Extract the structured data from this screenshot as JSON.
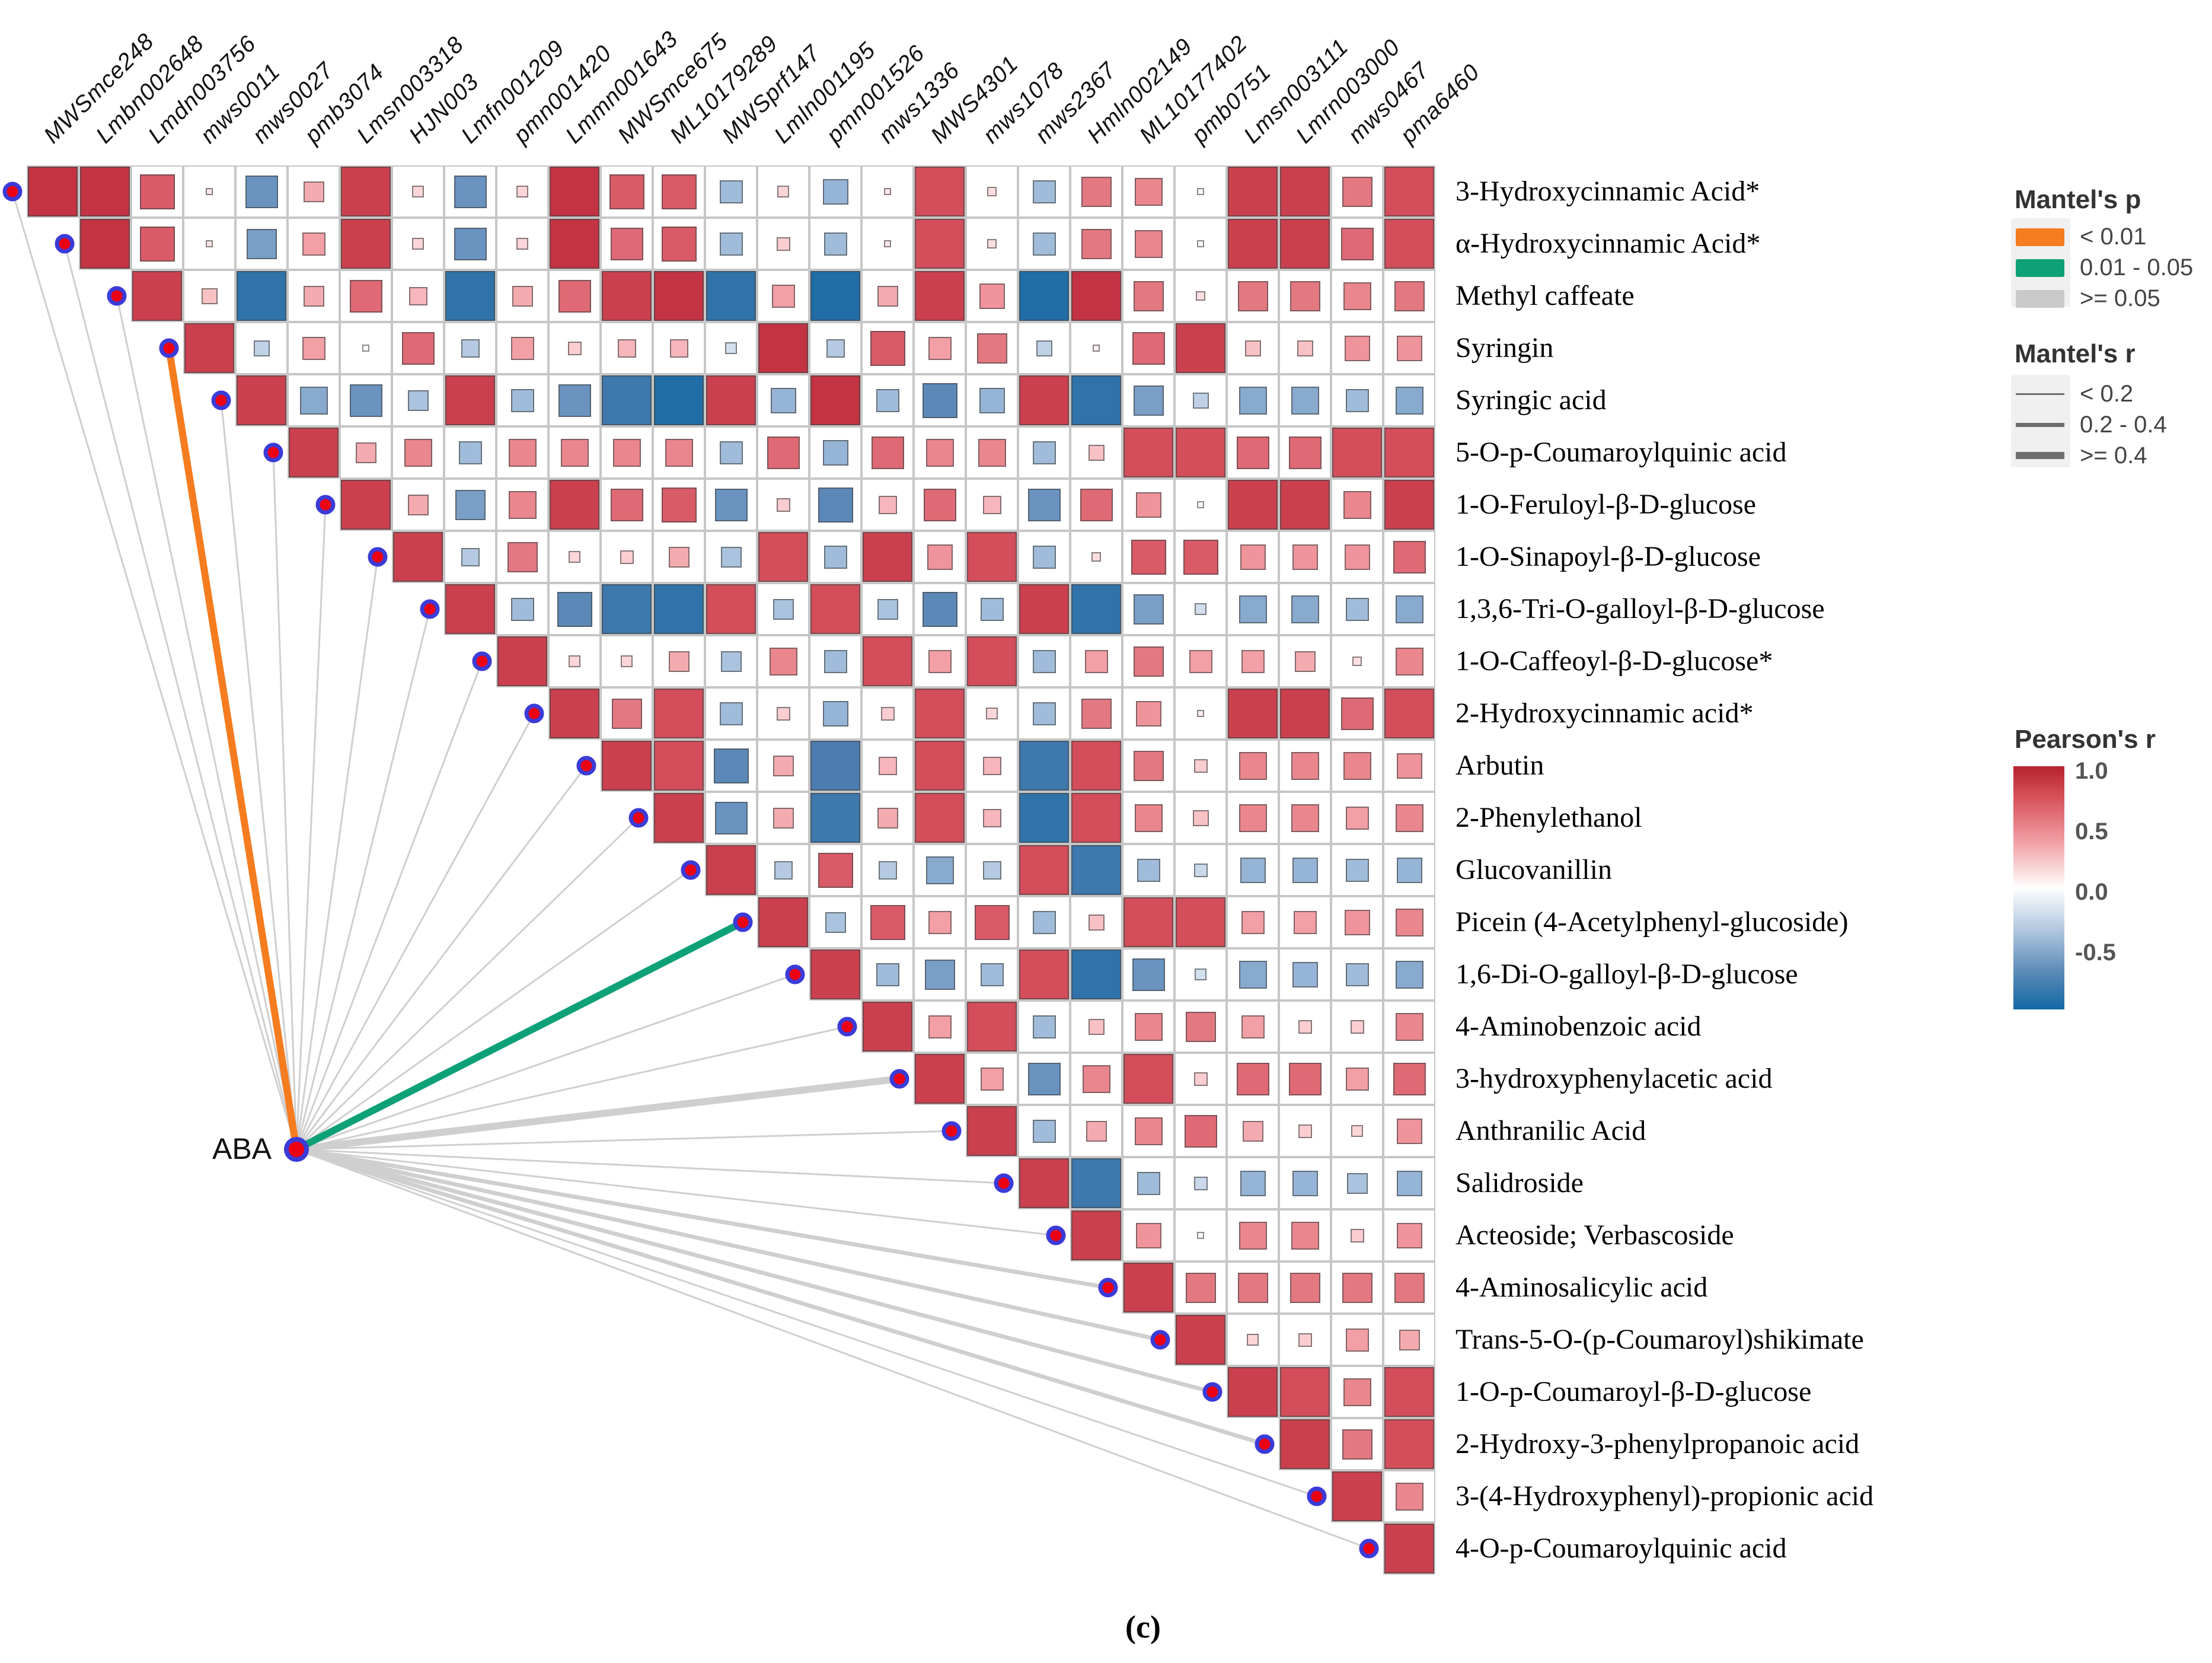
{
  "figure": {
    "caption": "(c)"
  },
  "aba": {
    "label": "ABA"
  },
  "legend": {
    "mantel_p": {
      "title": "Mantel's p",
      "items": [
        {
          "label": "< 0.01",
          "color": "#f57c1f"
        },
        {
          "label": "0.01 - 0.05",
          "color": "#0ea178"
        },
        {
          "label": ">= 0.05",
          "color": "#c9c9c9"
        }
      ]
    },
    "mantel_r": {
      "title": "Mantel's r",
      "items": [
        {
          "label": "< 0.2",
          "width": 3
        },
        {
          "label": "0.2 - 0.4",
          "width": 7
        },
        {
          "label": ">= 0.4",
          "width": 12
        }
      ]
    },
    "pearson": {
      "title": "Pearson's r",
      "ticks": [
        "1.0",
        "0.5",
        "0.0",
        "-0.5"
      ],
      "top_color": "#b7222f",
      "mid_color": "#ffffff",
      "bottom_color": "#1268a4"
    }
  },
  "chart_data": {
    "type": "heatmap",
    "title": "Mantel test of ABA vs phenolic metabolites with pairwise Pearson correlation triangle",
    "legend_position": "right",
    "value_range": [
      -1,
      1
    ],
    "columns": [
      "MWSmce248",
      "Lmbn002648",
      "Lmdn003756",
      "mws0011",
      "mws0027",
      "pmb3074",
      "Lmsn003318",
      "HJN003",
      "Lmfn001209",
      "pmn001420",
      "Lmmn001643",
      "MWSmce675",
      "ML10179289",
      "MWSprf147",
      "Lmln001195",
      "pmn001526",
      "mws1336",
      "MWS4301",
      "mws1078",
      "mws2367",
      "Hmln002149",
      "ML10177402",
      "pmb0751",
      "Lmsn003111",
      "Lmrn003000",
      "mws0467",
      "pma6460"
    ],
    "rows": [
      "3-Hydroxycinnamic Acid*",
      "α-Hydroxycinnamic Acid*",
      "Methyl caffeate",
      "Syringin",
      "Syringic acid",
      "5-O-p-Coumaroylquinic acid",
      "1-O-Feruloyl-β-D-glucose",
      "1-O-Sinapoyl-β-D-glucose",
      "1,3,6-Tri-O-galloyl-β-D-glucose",
      "1-O-Caffeoyl-β-D-glucose*",
      "2-Hydroxycinnamic acid*",
      "Arbutin",
      "2-Phenylethanol",
      "Glucovanillin",
      "Picein (4-Acetylphenyl-glucoside)",
      "1,6-Di-O-galloyl-β-D-glucose",
      "4-Aminobenzoic acid",
      "3-hydroxyphenylacetic acid",
      "Anthranilic Acid",
      "Salidroside",
      "Acteoside; Verbascoside",
      "4-Aminosalicylic acid",
      "Trans-5-O-(p-Coumaroyl)shikimate",
      "1-O-p-Coumaroyl-β-D-glucose",
      "2-Hydroxy-3-phenylpropanoic acid",
      "3-(4-Hydroxyphenyl)-propionic acid",
      "4-O-p-Coumaroylquinic acid"
    ],
    "matrix_note": "Row i holds Pearson r values for columns i..27 (upper-triangle staircase, estimated from color/size)",
    "matrix": [
      [
        0.9,
        0.9,
        0.75,
        0.15,
        -0.7,
        0.45,
        0.85,
        0.25,
        -0.7,
        0.25,
        0.9,
        0.75,
        0.75,
        -0.5,
        0.25,
        -0.55,
        0.15,
        0.8,
        0.2,
        -0.5,
        0.65,
        0.6,
        0.05,
        0.85,
        0.85,
        0.65,
        0.8
      ],
      [
        0.9,
        0.75,
        0.15,
        -0.65,
        0.5,
        0.85,
        0.25,
        -0.7,
        0.25,
        0.9,
        0.7,
        0.75,
        -0.5,
        0.3,
        -0.5,
        0.15,
        0.8,
        0.2,
        -0.5,
        0.65,
        0.6,
        0.05,
        0.85,
        0.85,
        0.7,
        0.8
      ],
      [
        0.85,
        0.35,
        -0.9,
        0.45,
        0.7,
        0.4,
        -0.9,
        0.45,
        0.7,
        0.85,
        0.9,
        -0.9,
        0.5,
        -0.95,
        0.45,
        0.85,
        0.55,
        -0.95,
        0.9,
        0.65,
        0.2,
        0.65,
        0.65,
        0.6,
        0.65
      ],
      [
        0.85,
        -0.35,
        0.5,
        0.02,
        0.7,
        -0.4,
        0.5,
        0.3,
        0.4,
        0.4,
        -0.25,
        0.9,
        -0.4,
        0.75,
        0.5,
        0.65,
        -0.35,
        0.1,
        0.7,
        0.85,
        0.35,
        0.35,
        0.55,
        0.55
      ],
      [
        0.85,
        -0.6,
        -0.7,
        -0.45,
        0.85,
        -0.5,
        -0.7,
        -0.85,
        -0.95,
        0.85,
        -0.55,
        0.9,
        -0.5,
        -0.75,
        -0.55,
        0.85,
        -0.9,
        -0.65,
        -0.35,
        -0.6,
        -0.6,
        -0.5,
        -0.6
      ],
      [
        0.85,
        0.45,
        0.6,
        -0.5,
        0.6,
        0.6,
        0.6,
        0.6,
        -0.5,
        0.7,
        -0.55,
        0.7,
        0.6,
        0.6,
        -0.5,
        0.35,
        0.8,
        0.8,
        0.7,
        0.7,
        0.8,
        0.8
      ],
      [
        0.85,
        0.45,
        -0.65,
        0.6,
        0.85,
        0.7,
        0.75,
        -0.7,
        0.3,
        -0.75,
        0.4,
        0.7,
        0.4,
        -0.7,
        0.7,
        0.55,
        0.05,
        0.85,
        0.85,
        0.6,
        0.85
      ],
      [
        0.85,
        -0.4,
        0.65,
        0.25,
        0.3,
        0.45,
        -0.45,
        0.8,
        -0.5,
        0.85,
        0.55,
        0.8,
        -0.5,
        0.2,
        0.75,
        0.75,
        0.55,
        0.55,
        0.55,
        0.7
      ],
      [
        0.85,
        -0.5,
        -0.75,
        -0.85,
        -0.9,
        0.8,
        -0.45,
        0.8,
        -0.45,
        -0.75,
        -0.5,
        0.85,
        -0.9,
        -0.65,
        -0.25,
        -0.6,
        -0.6,
        -0.5,
        -0.6
      ],
      [
        0.85,
        0.25,
        0.25,
        0.45,
        -0.45,
        0.6,
        -0.5,
        0.8,
        0.5,
        0.8,
        -0.5,
        0.5,
        0.65,
        0.5,
        0.5,
        0.45,
        0.2,
        0.6
      ],
      [
        0.85,
        0.65,
        0.8,
        -0.5,
        0.3,
        -0.55,
        0.3,
        0.8,
        0.25,
        -0.5,
        0.65,
        0.55,
        0.1,
        0.85,
        0.85,
        0.7,
        0.8
      ],
      [
        0.85,
        0.8,
        -0.75,
        0.45,
        -0.8,
        0.4,
        0.8,
        0.4,
        -0.85,
        0.8,
        0.65,
        0.3,
        0.6,
        0.6,
        0.6,
        0.55
      ],
      [
        0.85,
        -0.7,
        0.45,
        -0.85,
        0.45,
        0.8,
        0.4,
        -0.9,
        0.8,
        0.6,
        0.35,
        0.6,
        0.6,
        0.5,
        0.6
      ],
      [
        0.85,
        -0.4,
        0.75,
        -0.4,
        -0.6,
        -0.4,
        0.8,
        -0.85,
        -0.5,
        -0.3,
        -0.55,
        -0.55,
        -0.5,
        -0.55
      ],
      [
        0.85,
        -0.45,
        0.75,
        0.5,
        0.75,
        -0.5,
        0.35,
        0.8,
        0.8,
        0.5,
        0.5,
        0.55,
        0.6
      ],
      [
        0.85,
        -0.5,
        -0.65,
        -0.5,
        0.8,
        -0.9,
        -0.7,
        -0.25,
        -0.6,
        -0.55,
        -0.5,
        -0.6
      ],
      [
        0.85,
        0.5,
        0.8,
        -0.5,
        0.35,
        0.6,
        0.65,
        0.5,
        0.3,
        0.3,
        0.6
      ],
      [
        0.85,
        0.5,
        -0.7,
        0.6,
        0.8,
        0.3,
        0.7,
        0.7,
        0.5,
        0.7
      ],
      [
        0.85,
        -0.5,
        0.45,
        0.6,
        0.7,
        0.45,
        0.3,
        0.25,
        0.55
      ],
      [
        0.85,
        -0.85,
        -0.5,
        -0.3,
        -0.55,
        -0.55,
        -0.45,
        -0.55
      ],
      [
        0.85,
        0.55,
        0.05,
        0.6,
        0.6,
        0.3,
        0.55
      ],
      [
        0.85,
        0.65,
        0.65,
        0.65,
        0.65,
        0.65
      ],
      [
        0.85,
        0.25,
        0.3,
        0.5,
        0.45
      ],
      [
        0.85,
        0.8,
        0.6,
        0.8
      ],
      [
        0.85,
        0.65,
        0.8
      ],
      [
        0.85,
        0.6
      ],
      [
        0.85
      ]
    ],
    "mantel_links": [
      {
        "target": "3-Hydroxycinnamic Acid*",
        "p": ">= 0.05",
        "r": "< 0.2"
      },
      {
        "target": "α-Hydroxycinnamic Acid*",
        "p": ">= 0.05",
        "r": "< 0.2"
      },
      {
        "target": "Methyl caffeate",
        "p": ">= 0.05",
        "r": "< 0.2"
      },
      {
        "target": "Syringin",
        "p": "< 0.01",
        "r": ">= 0.4"
      },
      {
        "target": "Syringic acid",
        "p": ">= 0.05",
        "r": "< 0.2"
      },
      {
        "target": "5-O-p-Coumaroylquinic acid",
        "p": ">= 0.05",
        "r": "< 0.2"
      },
      {
        "target": "1-O-Feruloyl-β-D-glucose",
        "p": ">= 0.05",
        "r": "< 0.2"
      },
      {
        "target": "1-O-Sinapoyl-β-D-glucose",
        "p": ">= 0.05",
        "r": "< 0.2"
      },
      {
        "target": "1,3,6-Tri-O-galloyl-β-D-glucose",
        "p": ">= 0.05",
        "r": "< 0.2"
      },
      {
        "target": "1-O-Caffeoyl-β-D-glucose*",
        "p": ">= 0.05",
        "r": "< 0.2"
      },
      {
        "target": "2-Hydroxycinnamic acid*",
        "p": ">= 0.05",
        "r": "< 0.2"
      },
      {
        "target": "Arbutin",
        "p": ">= 0.05",
        "r": "< 0.2"
      },
      {
        "target": "2-Phenylethanol",
        "p": ">= 0.05",
        "r": "< 0.2"
      },
      {
        "target": "Glucovanillin",
        "p": ">= 0.05",
        "r": "< 0.2"
      },
      {
        "target": "Picein (4-Acetylphenyl-glucoside)",
        "p": "0.01 - 0.05",
        "r": ">= 0.4"
      },
      {
        "target": "1,6-Di-O-galloyl-β-D-glucose",
        "p": ">= 0.05",
        "r": "< 0.2"
      },
      {
        "target": "4-Aminobenzoic acid",
        "p": ">= 0.05",
        "r": "< 0.2"
      },
      {
        "target": "3-hydroxyphenylacetic acid",
        "p": ">= 0.05",
        "r": ">= 0.4"
      },
      {
        "target": "Anthranilic Acid",
        "p": ">= 0.05",
        "r": "< 0.2"
      },
      {
        "target": "Salidroside",
        "p": ">= 0.05",
        "r": "< 0.2"
      },
      {
        "target": "Acteoside; Verbascoside",
        "p": ">= 0.05",
        "r": "< 0.2"
      },
      {
        "target": "4-Aminosalicylic acid",
        "p": ">= 0.05",
        "r": "0.2 - 0.4"
      },
      {
        "target": "Trans-5-O-(p-Coumaroyl)shikimate",
        "p": ">= 0.05",
        "r": "0.2 - 0.4"
      },
      {
        "target": "1-O-p-Coumaroyl-β-D-glucose",
        "p": ">= 0.05",
        "r": "0.2 - 0.4"
      },
      {
        "target": "2-Hydroxy-3-phenylpropanoic acid",
        "p": ">= 0.05",
        "r": "0.2 - 0.4"
      },
      {
        "target": "3-(4-Hydroxyphenyl)-propionic acid",
        "p": ">= 0.05",
        "r": "< 0.2"
      },
      {
        "target": "4-O-p-Coumaroylquinic acid",
        "p": ">= 0.05",
        "r": "< 0.2"
      }
    ]
  }
}
